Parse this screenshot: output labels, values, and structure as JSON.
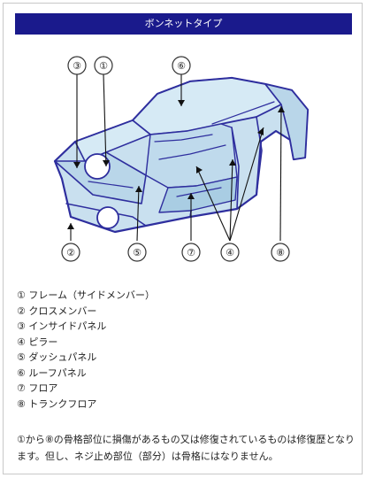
{
  "header": {
    "title": "ボンネットタイプ"
  },
  "callouts": [
    "③",
    "①",
    "⑥",
    "②",
    "⑤",
    "⑦",
    "④",
    "⑧"
  ],
  "legend": [
    "① フレーム（サイドメンバー）",
    "② クロスメンバー",
    "③ インサイドパネル",
    "④ ピラー",
    "⑤ ダッシュパネル",
    "⑥ ルーフパネル",
    "⑦ フロア",
    "⑧ トランクフロア"
  ],
  "note": "①から⑧の骨格部位に損傷があるもの又は修復されているものは修復歴となります。但し、ネジ止め部位（部分）は骨格にはなりません。",
  "colors": {
    "header_bg": "#1a1a8c",
    "car_fill": "#c9e0ef",
    "car_stroke": "#2e2e9e"
  }
}
